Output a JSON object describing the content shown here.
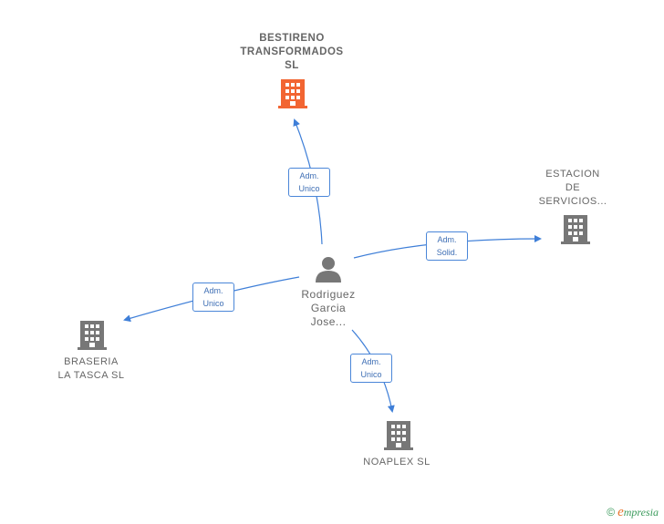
{
  "nodes": {
    "bestireno": {
      "lines": [
        "BESTIRENO",
        "TRANSFORMADOS",
        "SL"
      ],
      "icon": "building-icon",
      "color": "#f26532"
    },
    "estacion": {
      "lines": [
        "ESTACION",
        "DE",
        "SERVICIOS..."
      ],
      "icon": "building-icon",
      "color": "#777777"
    },
    "braseria": {
      "lines": [
        "BRASERIA",
        "LA TASCA  SL"
      ],
      "icon": "building-icon",
      "color": "#777777"
    },
    "noaplex": {
      "lines": [
        "NOAPLEX  SL"
      ],
      "icon": "building-icon",
      "color": "#777777"
    },
    "person": {
      "lines": [
        "Rodriguez",
        "Garcia",
        "Jose..."
      ],
      "icon": "person-icon",
      "color": "#777777"
    }
  },
  "relations": {
    "to_bestireno": [
      "Adm.",
      "Unico"
    ],
    "to_estacion": [
      "Adm.",
      "Solid."
    ],
    "to_braseria": [
      "Adm.",
      "Unico"
    ],
    "to_noaplex": [
      "Adm.",
      "Unico"
    ]
  },
  "edge_color": "#3f7fd8",
  "watermark": {
    "symbol": "©",
    "brand_initial": "e",
    "brand_rest": "mpresia"
  }
}
